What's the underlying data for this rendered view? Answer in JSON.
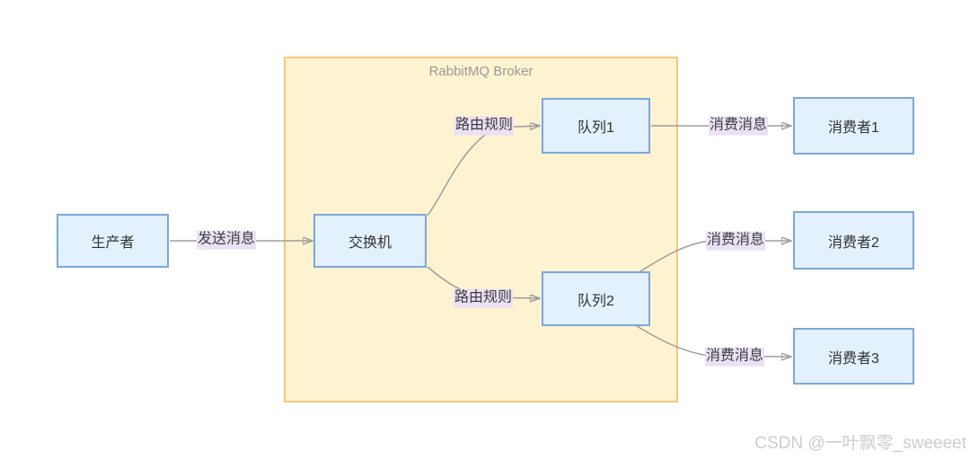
{
  "diagram": {
    "broker_title": "RabbitMQ Broker",
    "nodes": {
      "producer": "生产者",
      "exchange": "交换机",
      "queue1": "队列1",
      "queue2": "队列2",
      "consumer1": "消费者1",
      "consumer2": "消费者2",
      "consumer3": "消费者3"
    },
    "edge_labels": {
      "send": "发送消息",
      "route1": "路由规则",
      "route2": "路由规则",
      "consume1": "消费消息",
      "consume2": "消费消息",
      "consume3": "消费消息"
    },
    "colors": {
      "broker_fill": "#fdf3d0",
      "broker_border": "#f7c877",
      "node_fill": "#e2f1fc",
      "node_border": "#7da7dd",
      "edge_line": "#9d9d9d",
      "arrowhead": "#8f8f8f",
      "edge_label_bg": "#eae1f4",
      "node_text": "#333333",
      "broker_title_text": "#9a9a9a",
      "watermark_text": "#cdcdcd"
    }
  },
  "watermark": {
    "text": "CSDN @一叶飘零_sweeeet"
  }
}
